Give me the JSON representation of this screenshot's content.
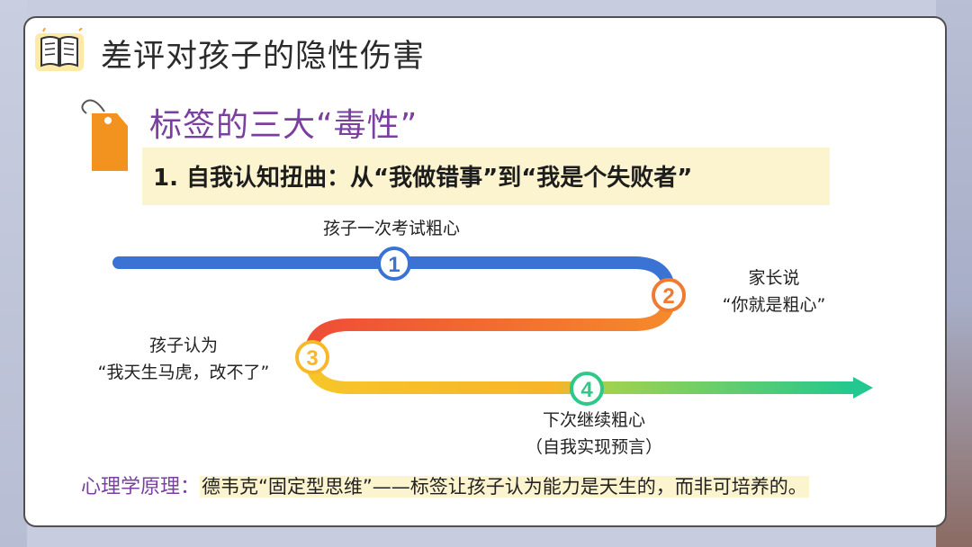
{
  "header": {
    "title": "差评对孩子的隐性伤害"
  },
  "section": {
    "subtitle": "标签的三大“毒性”",
    "point_title": "1. 自我认知扭曲：从“我做错事”到“我是个失败者”"
  },
  "flow": {
    "steps": [
      {
        "number": "1",
        "color": "#3b73d4",
        "label": [
          "孩子一次考试粗心"
        ]
      },
      {
        "number": "2",
        "color": "#f07b2f",
        "label": [
          "家长说",
          "“你就是粗心”"
        ]
      },
      {
        "number": "3",
        "color": "#f7b92a",
        "label": [
          "孩子认为",
          "“我天生马虎，改不了”"
        ]
      },
      {
        "number": "4",
        "color": "#2ec888",
        "label": [
          "下次继续粗心",
          "（自我实现预言）"
        ]
      }
    ]
  },
  "footer": {
    "prefix": "心理学原理：",
    "text": "德韦克“固定型思维”——标签让孩子认为能力是天生的，而非可培养的。"
  },
  "icons": [
    "book-icon",
    "tag-icon",
    "arrow-head-icon"
  ]
}
